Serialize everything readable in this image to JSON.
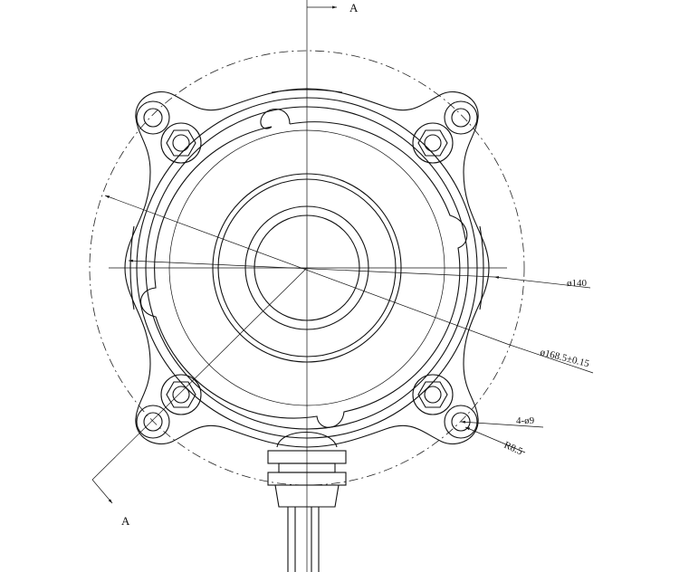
{
  "drawing": {
    "section_label_top": "A",
    "section_label_bottom": "A",
    "dimensions": {
      "inner_diameter": "ø140",
      "outer_diameter": "ø168.5±0.15",
      "holes": "4-ø9",
      "radius": "R8.5"
    }
  }
}
